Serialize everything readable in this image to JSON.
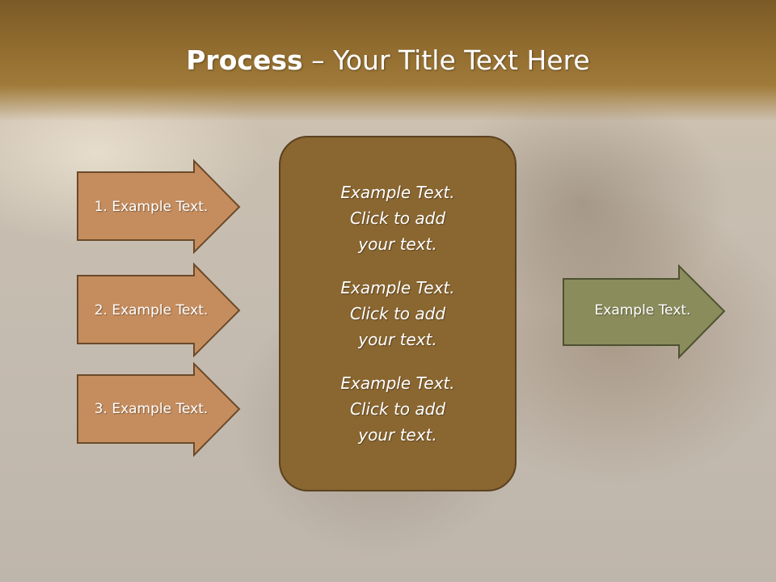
{
  "title": {
    "bold": "Process",
    "rest": " – Your Title Text Here"
  },
  "input_steps": [
    {
      "label": "1. Example Text."
    },
    {
      "label": "2. Example Text."
    },
    {
      "label": "3. Example Text."
    }
  ],
  "center_items": [
    {
      "text": "Example Text.\nClick  to add\nyour text."
    },
    {
      "text": "Example Text.\nClick  to add\nyour text."
    },
    {
      "text": "Example Text.\nClick  to add\nyour text."
    }
  ],
  "output": {
    "label": "Example Text."
  },
  "colors": {
    "title_band": "#8f6a2e",
    "input_arrow_fill": "#c58d5e",
    "input_arrow_stroke": "#6b4a2a",
    "center_fill": "#8a6630",
    "output_arrow_fill": "#8a8c5c",
    "output_arrow_stroke": "#4e5230"
  }
}
